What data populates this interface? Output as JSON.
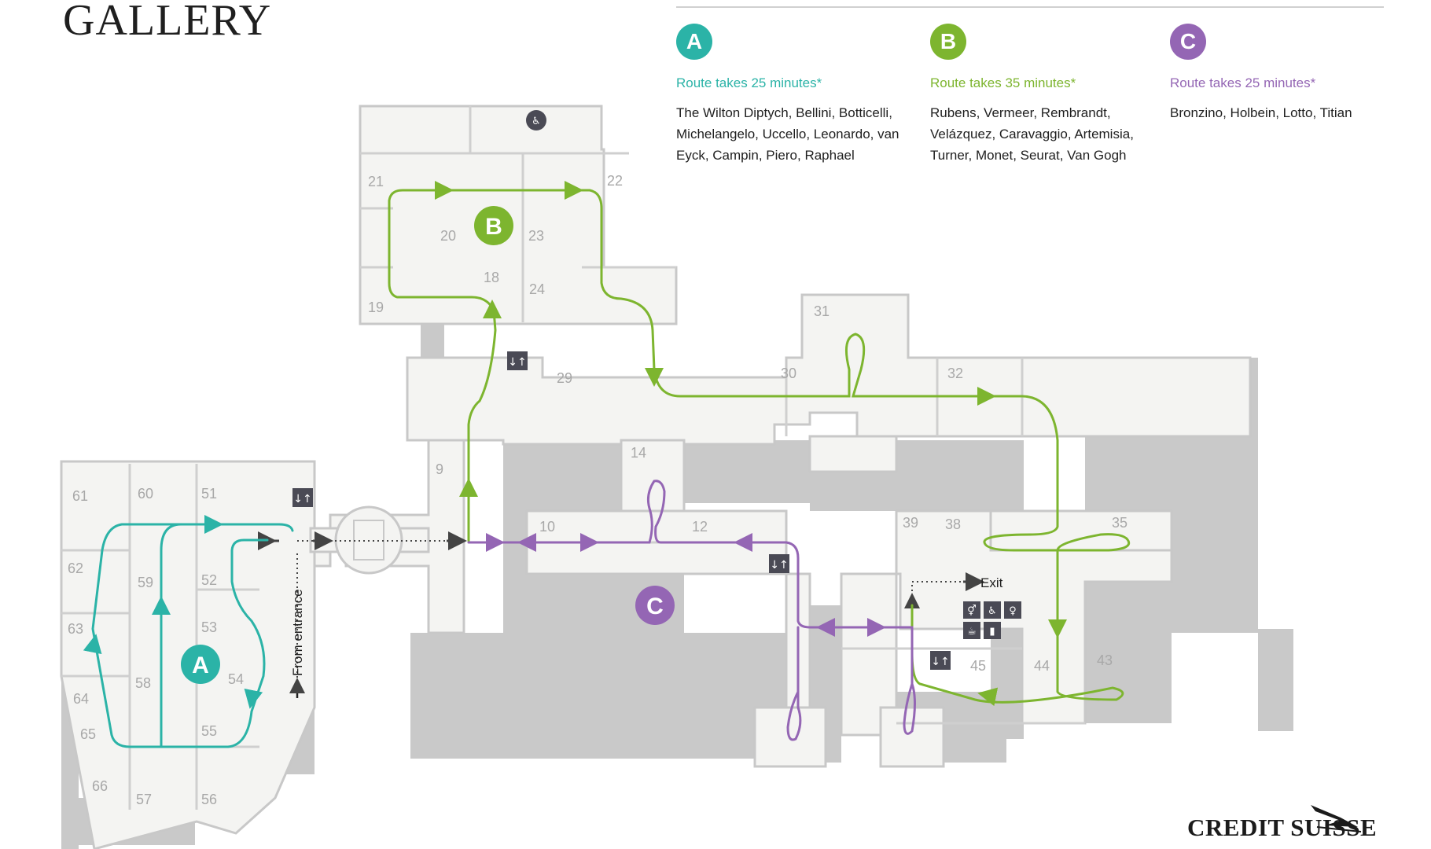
{
  "title": "GALLERY",
  "routes": [
    {
      "letter": "A",
      "color": "#2bb3a7",
      "time": "Route takes 25 minutes*",
      "artists": "The Wilton Diptych, Bellini, Botticelli, Michelangelo, Uccello, Leonardo, van Eyck, Campin, Piero, Raphael"
    },
    {
      "letter": "B",
      "color": "#7db52f",
      "time": "Route takes 35 minutes*",
      "artists": "Rubens, Vermeer, Rembrandt, Velázquez, Caravaggio, Artemisia, Turner, Monet, Seurat, Van Gogh"
    },
    {
      "letter": "C",
      "color": "#9466b4",
      "time": "Route takes 25 minutes*",
      "artists": "Bronzino, Holbein, Lotto, Titian"
    }
  ],
  "map": {
    "from_entrance": "From entrance",
    "exit": "Exit",
    "rooms": [
      "61",
      "60",
      "51",
      "62",
      "59",
      "52",
      "63",
      "53",
      "58",
      "54",
      "64",
      "65",
      "55",
      "66",
      "57",
      "56",
      "21",
      "22",
      "20",
      "23",
      "18",
      "24",
      "19",
      "29",
      "30",
      "31",
      "32",
      "9",
      "14",
      "10",
      "12",
      "39",
      "38",
      "35",
      "45",
      "44",
      "43"
    ],
    "icons": [
      "lift-icon",
      "toilets-icon",
      "accessible-toilet-icon",
      "baby-change-icon",
      "cafe-icon",
      "shop-icon",
      "accessible-icon"
    ]
  },
  "sponsor": "CREDIT SUISSE"
}
